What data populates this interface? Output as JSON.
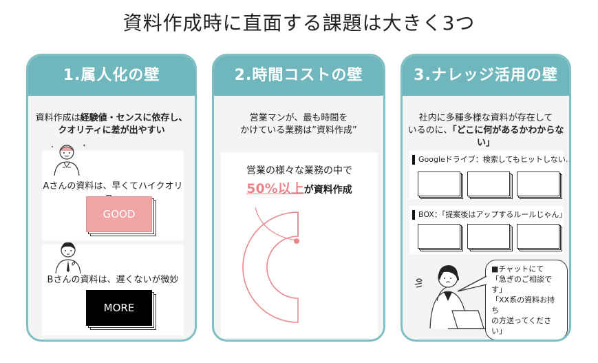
{
  "title": "資料作成時に直面する課題は大きく3つ",
  "cards": [
    {
      "heading": "1.属人化の壁",
      "intro_pre": "資料作成は",
      "intro_bold1": "経験値・センスに依存し、",
      "intro_bold2": "クオリティに差が出やすい",
      "person_a_label": "Aさんの資料は、早くてハイクオリティ",
      "good_label": "GOOD",
      "person_b_label": "Bさんの資料は、遅くないが微妙",
      "more_label": "MORE"
    },
    {
      "heading": "2.時間コストの壁",
      "intro_line1": "営業マンが、最も時間を",
      "intro_line2": "かけている業務は”資料作成”",
      "panel_line1": "営業の様々な業務の中で",
      "highlight": "50%以上",
      "panel_suffix": "が資料作成"
    },
    {
      "heading": "3.ナレッジ活用の壁",
      "intro_line1": "社内に多種多様な資料が存在して",
      "intro_line2_pre": "いるのに、",
      "intro_line2_bold": "「どこに何があるかわからない」",
      "drive1": "Googleドライブ：検索してもヒットしない…",
      "drive2": "BOX：「提案後はアップするルールじゃん」",
      "drive2_sub": "…",
      "chat": [
        "■チャットにて",
        "「急ぎのご相談です」",
        "「XX系の資料お持ち",
        "の方送ってください」"
      ]
    }
  ],
  "colors": {
    "header": "#6fb7bd",
    "border": "#7fbfc4",
    "good_fill": "#f0a4a6",
    "more_fill": "#000000",
    "accent": "#e8878b"
  }
}
